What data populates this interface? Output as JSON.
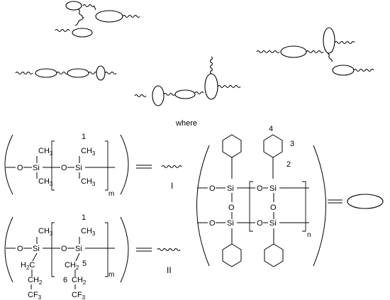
{
  "caption": "where",
  "formula_I": {
    "atoms": {
      "o": "O",
      "si": "Si",
      "ch3": "CH",
      "sub3": "3"
    },
    "locant_1": "1",
    "repeat": "m",
    "symbol": "I"
  },
  "formula_II": {
    "atoms": {
      "o": "O",
      "si": "Si",
      "ch3": "CH",
      "sub3": "3",
      "sub2": "2",
      "h2c": "H",
      "h2c_tail": "C",
      "cf3": "CF",
      "ch2": "CH"
    },
    "locant_1": "1",
    "locant_5": "5",
    "locant_6": "6",
    "repeat": "m",
    "symbol": "II"
  },
  "ladder": {
    "atoms": {
      "o": "O",
      "si": "Si"
    },
    "locant_4": "4",
    "locant_3": "3",
    "locant_2": "2",
    "repeat": "n"
  },
  "equals": "="
}
